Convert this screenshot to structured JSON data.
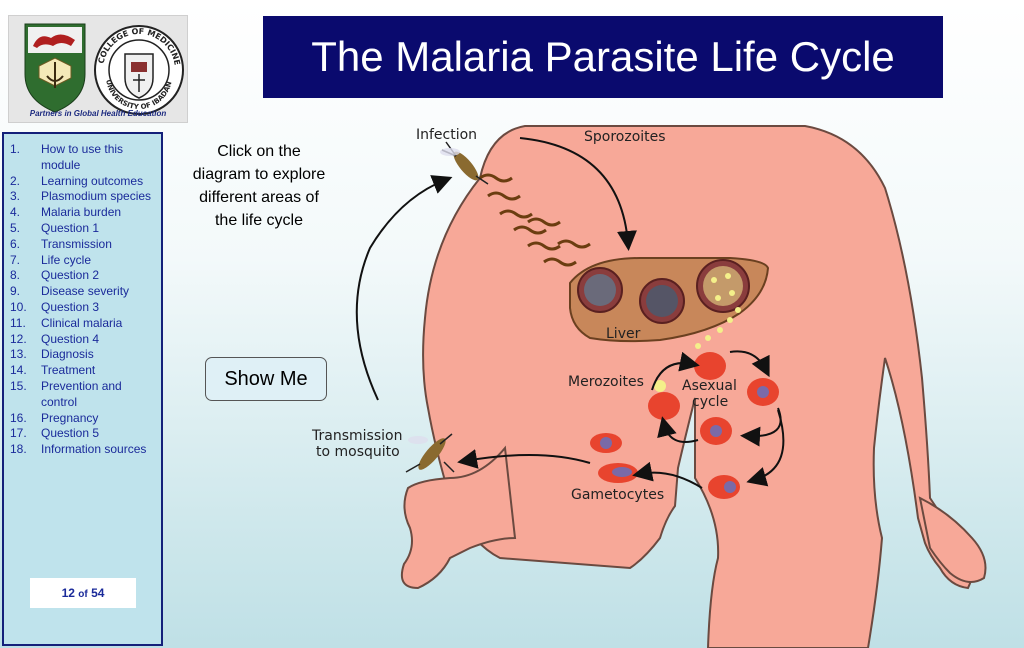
{
  "header": {
    "title": "The Malaria Parasite Life Cycle",
    "logo_tagline": "Partners in Global Health Education",
    "seal_text": "COLLEGE OF MEDICINE · UNIVERSITY OF IBADAN"
  },
  "sidebar": {
    "items": [
      {
        "num": "1.",
        "label": "How to use this module"
      },
      {
        "num": "2.",
        "label": "Learning outcomes"
      },
      {
        "num": "3.",
        "label": "Plasmodium species"
      },
      {
        "num": "4.",
        "label": "Malaria burden"
      },
      {
        "num": "5.",
        "label": "Question 1"
      },
      {
        "num": "6.",
        "label": "Transmission"
      },
      {
        "num": "7.",
        "label": "Life cycle"
      },
      {
        "num": "8.",
        "label": "Question 2"
      },
      {
        "num": "9.",
        "label": "Disease severity"
      },
      {
        "num": "10.",
        "label": "Question 3"
      },
      {
        "num": "11.",
        "label": "Clinical malaria"
      },
      {
        "num": "12.",
        "label": "Question 4"
      },
      {
        "num": "13.",
        "label": "Diagnosis"
      },
      {
        "num": "14.",
        "label": "Treatment"
      },
      {
        "num": "15.",
        "label": "Prevention and control"
      },
      {
        "num": "16.",
        "label": "Pregnancy"
      },
      {
        "num": "17.",
        "label": "Question 5"
      },
      {
        "num": "18.",
        "label": "Information sources"
      }
    ],
    "page_current": "12",
    "page_of": "of",
    "page_total": "54"
  },
  "main": {
    "instructions": "Click on the diagram to explore different areas of the life cycle",
    "show_me_label": "Show Me"
  },
  "diagram": {
    "labels": {
      "infection": "Infection",
      "sporozoites": "Sporozoites",
      "liver": "Liver",
      "merozoites": "Merozoites",
      "asexual_1": "Asexual",
      "asexual_2": "cycle",
      "transmission_1": "Transmission",
      "transmission_2": "to mosquito",
      "gametocytes": "Gametocytes"
    }
  },
  "colors": {
    "title_bg": "#0a0a6e",
    "sidebar_bg": "#bfe3ec",
    "menu_text": "#1a2a9a",
    "skin": "#f7a898",
    "liver": "#c8875a",
    "rbc": "#e8442e"
  }
}
